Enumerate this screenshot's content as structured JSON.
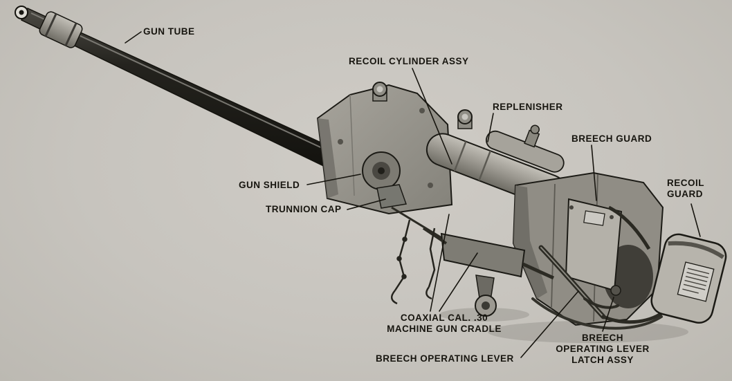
{
  "figure": {
    "paper_color": "#c9c6c0",
    "ink_color": "#17150f",
    "labels": {
      "gun_tube": {
        "text": "GUN TUBE"
      },
      "recoil_cylinder_assy": {
        "text": "RECOIL CYLINDER ASSY"
      },
      "replenisher": {
        "text": "REPLENISHER"
      },
      "breech_guard": {
        "text": "BREECH GUARD"
      },
      "recoil_guard": {
        "line1": "RECOIL",
        "line2": "GUARD"
      },
      "gun_shield": {
        "text": "GUN SHIELD"
      },
      "trunnion_cap": {
        "text": "TRUNNION CAP"
      },
      "coaxial_cradle": {
        "line1": "COAXIAL CAL. .30",
        "line2": "MACHINE GUN CRADLE"
      },
      "breech_operating_lever": {
        "text": "BREECH OPERATING LEVER"
      },
      "breech_operating_lever_latch": {
        "line1": "BREECH",
        "line2": "OPERATING LEVER",
        "line3": "LATCH ASSY"
      }
    }
  }
}
